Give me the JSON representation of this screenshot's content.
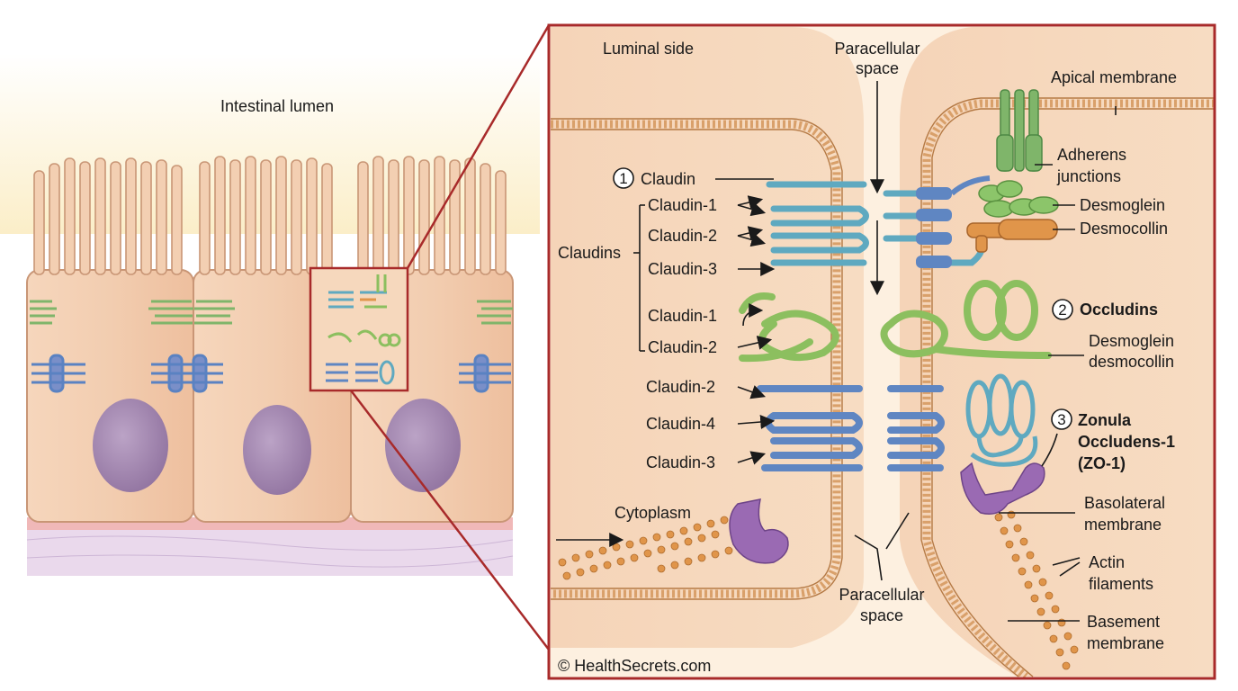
{
  "left_panel": {
    "lumen_label": "Intestinal lumen"
  },
  "right_panel": {
    "luminal_side": "Luminal side",
    "paracellular_top_1": "Paracellular",
    "paracellular_top_2": "space",
    "apical_membrane": "Apical membrane",
    "claudin_num": "1",
    "claudin": "Claudin",
    "claudin_1a": "Claudin-1",
    "claudin_2a": "Claudin-2",
    "claudins": "Claudins",
    "claudin_3a": "Claudin-3",
    "claudin_1b": "Claudin-1",
    "claudin_2b": "Claudin-2",
    "claudin_2c": "Claudin-2",
    "claudin_4": "Claudin-4",
    "claudin_3b": "Claudin-3",
    "adherens_1": "Adherens",
    "adherens_2": "junctions",
    "desmoglein": "Desmoglein",
    "desmocollin": "Desmocollin",
    "occludins_num": "2",
    "occludins": "Occludins",
    "desmoglein_desmocollin_1": "Desmoglein",
    "desmoglein_desmocollin_2": "desmocollin",
    "zo1_num": "3",
    "zo1_1": "Zonula",
    "zo1_2": "Occludens-1",
    "zo1_3": "(ZO-1)",
    "basolateral_1": "Basolateral",
    "basolateral_2": "membrane",
    "cytoplasm": "Cytoplasm",
    "actin_1": "Actin",
    "actin_2": "filaments",
    "paracellular_bottom_1": "Paracellular",
    "paracellular_bottom_2": "space",
    "basement_1": "Basement",
    "basement_2": "membrane",
    "copyright": "© HealthSecrets.com"
  },
  "colors": {
    "frame": "#a82a2a",
    "cell_fill": "#f1c7a4",
    "membrane": "#d9a06a",
    "claudin_blue": "#5f86c2",
    "claudin_teal": "#5fa9c0",
    "occludin_green": "#8cbf5f",
    "desmocollin_orange": "#e0954a",
    "zo1_purple": "#9a6ab3",
    "nucleus": "#a48ab0"
  }
}
